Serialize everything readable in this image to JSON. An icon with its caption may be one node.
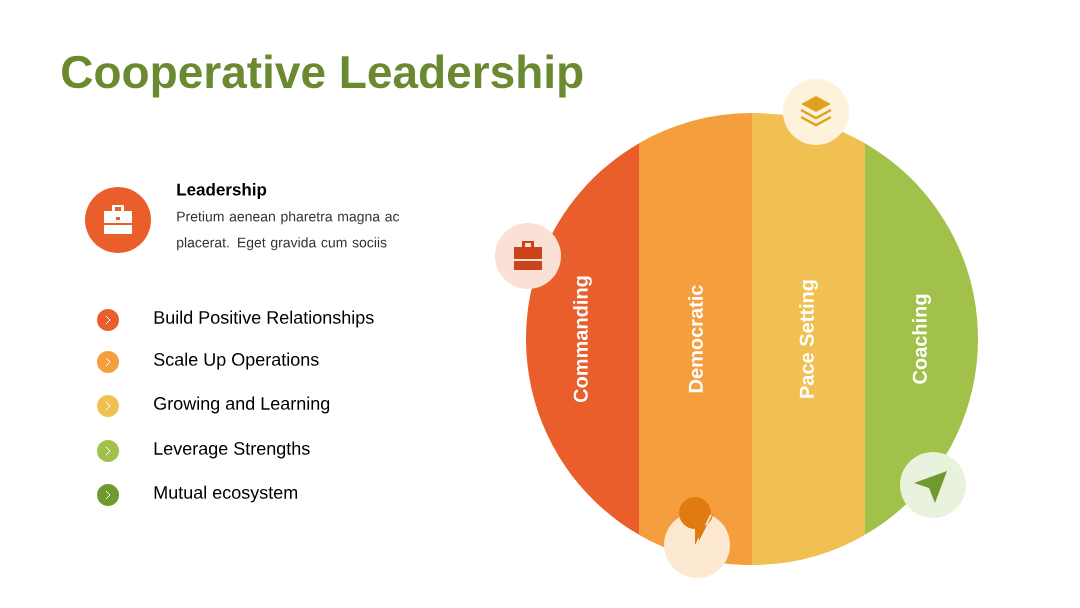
{
  "diagram": {
    "title": "Cooperative Leadership",
    "nodes": [
      {
        "text": [
          "Commanding"
        ]
      },
      {
        "text": [
          "Democratic"
        ]
      },
      {
        "text": [
          "Pace Setting"
        ]
      },
      {
        "text": [
          "Coaching"
        ]
      }
    ],
    "labels": [
      "Leadership",
      "Pretium aenean pharetra magna ac placerat. Eget gravida cum sociis",
      "Build Positive Relationships",
      "Scale Up Operations",
      "Growing and Learning",
      "Leverage Strengths",
      "Mutual ecosystem"
    ]
  }
}
